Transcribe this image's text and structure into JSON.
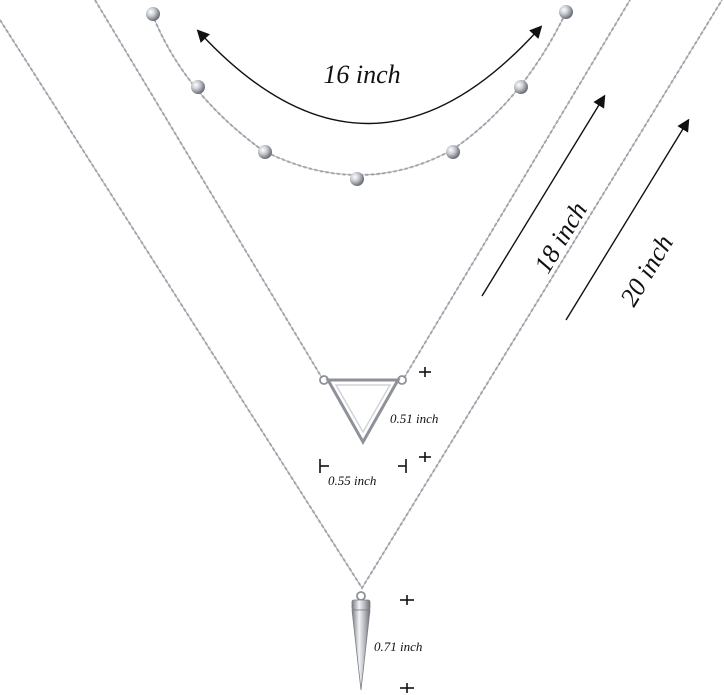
{
  "product": {
    "chains": [
      {
        "name": "bead-chain",
        "length_label": "16 inch"
      },
      {
        "name": "triangle-chain",
        "length_label": "18 inch"
      },
      {
        "name": "spike-chain",
        "length_label": "20 inch"
      }
    ],
    "triangle_pendant": {
      "height_label": "0.51 inch",
      "width_label": "0.55 inch"
    },
    "spike_pendant": {
      "height_label": "0.71 inch"
    }
  },
  "colors": {
    "background": "#ffffff",
    "silver": "#b9bcc2",
    "annotation": "#111111"
  }
}
